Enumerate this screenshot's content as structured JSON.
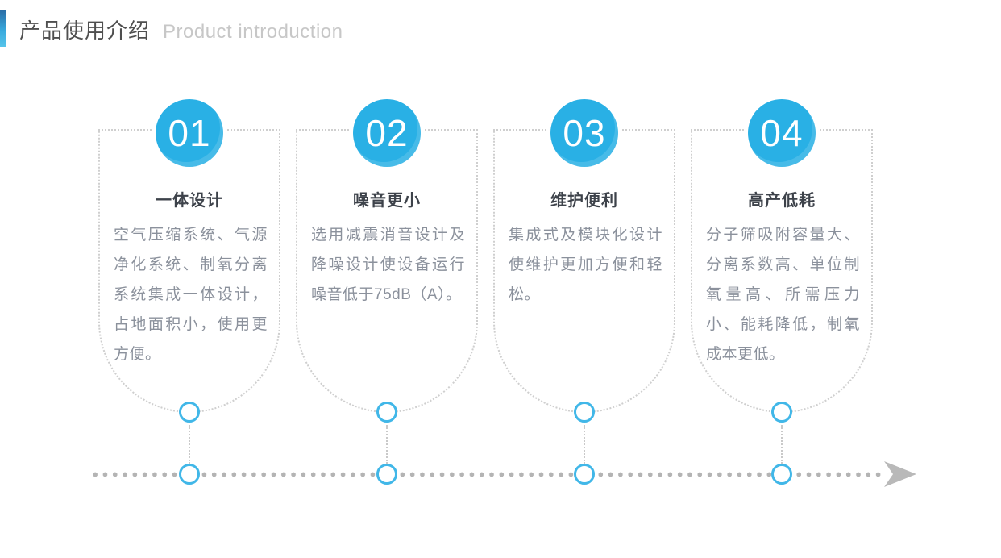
{
  "header": {
    "title": "产品使用介绍",
    "subtitle": "Product introduction"
  },
  "colors": {
    "accent_blue": "#29b0e5",
    "accent_bar_gradient_top": "#2b6ea7",
    "accent_bar_gradient_bottom": "#56c4ea",
    "node_ring_blue": "#41b7e8",
    "dotted_border_gray": "#cfcfcf",
    "timeline_dot_gray": "#b4b4b4",
    "arrow_gray": "#b9b9b9",
    "card_title_text": "#3d424a",
    "card_body_text": "#8b919c",
    "header_title_text": "#4f4f4f",
    "header_subtitle_text": "#c7c7c7"
  },
  "cards": [
    {
      "number": "01",
      "title": "一体设计",
      "body": "空气压缩系统、气源净化系统、制氧分离系统集成一体设计，占地面积小，使用更方便。"
    },
    {
      "number": "02",
      "title": "噪音更小",
      "body": "选用减震消音设计及降噪设计使设备运行噪音低于75dB（A）。"
    },
    {
      "number": "03",
      "title": "维护便利",
      "body": "集成式及模块化设计使维护更加方便和轻松。"
    },
    {
      "number": "04",
      "title": "高产低耗",
      "body": "分子筛吸附容量大、分离系数高、单位制氧量高、所需压力小、能耗降低，制氧成本更低。"
    }
  ],
  "timeline": {
    "arrow_icon": "arrow-right"
  }
}
